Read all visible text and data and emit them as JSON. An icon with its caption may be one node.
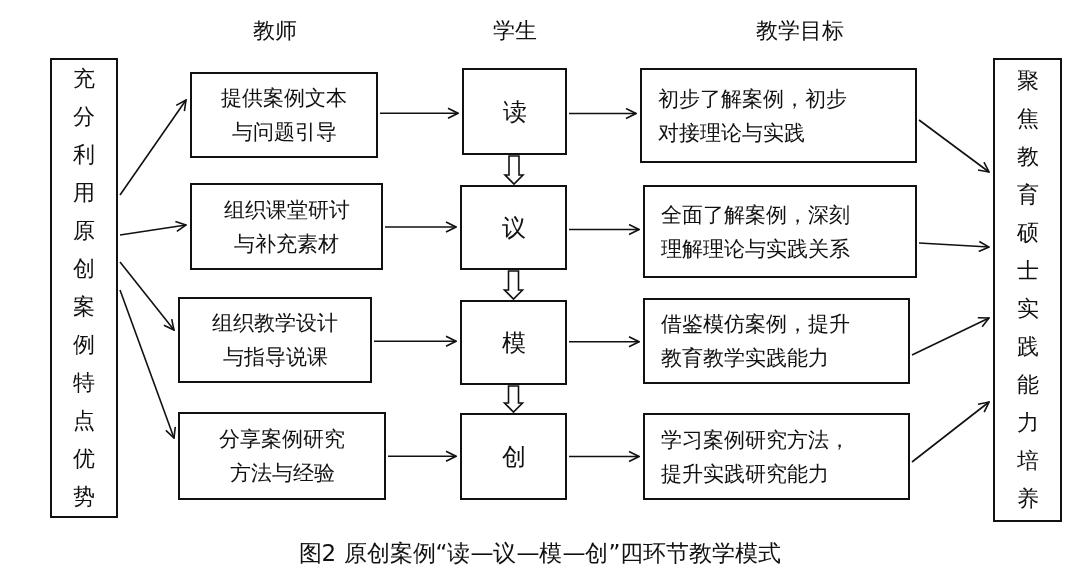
{
  "diagram": {
    "caption": "图2 原创案例“读—议—模—创”四环节教学模式",
    "nodes": [
      {
        "text": [
          "充分利用原创案例特点优势"
        ]
      },
      {
        "text": [
          "提供案例文本与问题引导"
        ]
      },
      {
        "text": [
          "组织课堂研讨与补充素材"
        ]
      },
      {
        "text": [
          "组织教学设计与指导说课"
        ]
      },
      {
        "text": [
          "分享案例研究方法与经验"
        ]
      },
      {
        "text": [
          "读"
        ]
      },
      {
        "text": [
          "议"
        ]
      },
      {
        "text": [
          "模"
        ]
      },
      {
        "text": [
          "创"
        ]
      },
      {
        "text": [
          "初步了解案例，初步对接理论与实践"
        ]
      },
      {
        "text": [
          "全面了解案例，深刻理解理论与实践关系"
        ]
      },
      {
        "text": [
          "借鉴模仿案例，提升教育教学实践能力"
        ]
      },
      {
        "text": [
          "学习案例研究方法，提升实践研究能力"
        ]
      },
      {
        "text": [
          "聚焦教育硕士实践能力培养"
        ]
      }
    ],
    "edges": [
      {
        "from": 0,
        "to": 1,
        "arrow": "to"
      },
      {
        "from": 0,
        "to": 2,
        "arrow": "to"
      },
      {
        "from": 0,
        "to": 3,
        "arrow": "to"
      },
      {
        "from": 0,
        "to": 4,
        "arrow": "to"
      },
      {
        "from": 1,
        "to": 5,
        "arrow": "to"
      },
      {
        "from": 2,
        "to": 6,
        "arrow": "to"
      },
      {
        "from": 3,
        "to": 7,
        "arrow": "to"
      },
      {
        "from": 4,
        "to": 8,
        "arrow": "to"
      },
      {
        "from": 5,
        "to": 6,
        "arrow": "to"
      },
      {
        "from": 6,
        "to": 7,
        "arrow": "to"
      },
      {
        "from": 7,
        "to": 8,
        "arrow": "to"
      },
      {
        "from": 5,
        "to": 9,
        "arrow": "to"
      },
      {
        "from": 6,
        "to": 10,
        "arrow": "to"
      },
      {
        "from": 7,
        "to": 11,
        "arrow": "to"
      },
      {
        "from": 8,
        "to": 12,
        "arrow": "to"
      },
      {
        "from": 9,
        "to": 13,
        "arrow": "to"
      },
      {
        "from": 10,
        "to": 13,
        "arrow": "to"
      },
      {
        "from": 11,
        "to": 13,
        "arrow": "to"
      },
      {
        "from": 12,
        "to": 13,
        "arrow": "to"
      }
    ],
    "labels": [
      "教师",
      "学生",
      "教学目标"
    ]
  }
}
